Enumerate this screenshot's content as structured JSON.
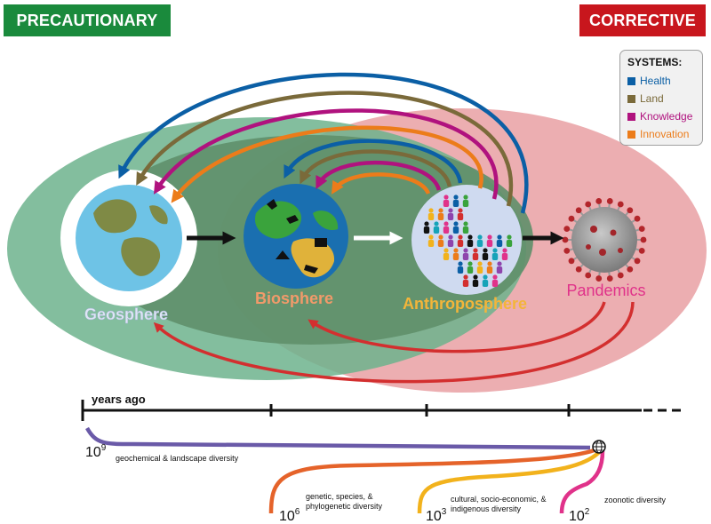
{
  "badges": {
    "left": "PRECAUTIONARY",
    "right": "CORRECTIVE"
  },
  "legend": {
    "title": "SYSTEMS:",
    "items": [
      {
        "label": "Health",
        "color": "#0b5fa5"
      },
      {
        "label": "Land",
        "color": "#7a6a3a"
      },
      {
        "label": "Knowledge",
        "color": "#b0127e"
      },
      {
        "label": "Innovation",
        "color": "#ec7c1a"
      }
    ]
  },
  "spheres": {
    "geo": "Geosphere",
    "bio": "Biosphere",
    "anthro": "Anthroposphere",
    "pandemic": "Pandemics"
  },
  "timeline": {
    "axis_label": "years ago",
    "diversities": [
      {
        "exponent_base": "10",
        "exponent": "9",
        "label_lines": [
          "geochemical & landscape diversity"
        ],
        "color": "#6a5aa8"
      },
      {
        "exponent_base": "10",
        "exponent": "6",
        "label_lines": [
          "genetic, species, &",
          "phylogenetic diversity"
        ],
        "color": "#e5632a"
      },
      {
        "exponent_base": "10",
        "exponent": "3",
        "label_lines": [
          "cultural, socio-economic, &",
          "indigenous diversity"
        ],
        "color": "#f2b21c"
      },
      {
        "exponent_base": "10",
        "exponent": "2",
        "label_lines": [
          "zoonotic diversity"
        ],
        "color": "#e0328a"
      }
    ]
  },
  "colors": {
    "precautionary": "#1a8a3c",
    "corrective": "#c8161d",
    "green_field": "#6db38d",
    "inner_field": "#5f8f6a",
    "red_field": "#e79a9d",
    "return_arrow": "#d32f2f"
  }
}
